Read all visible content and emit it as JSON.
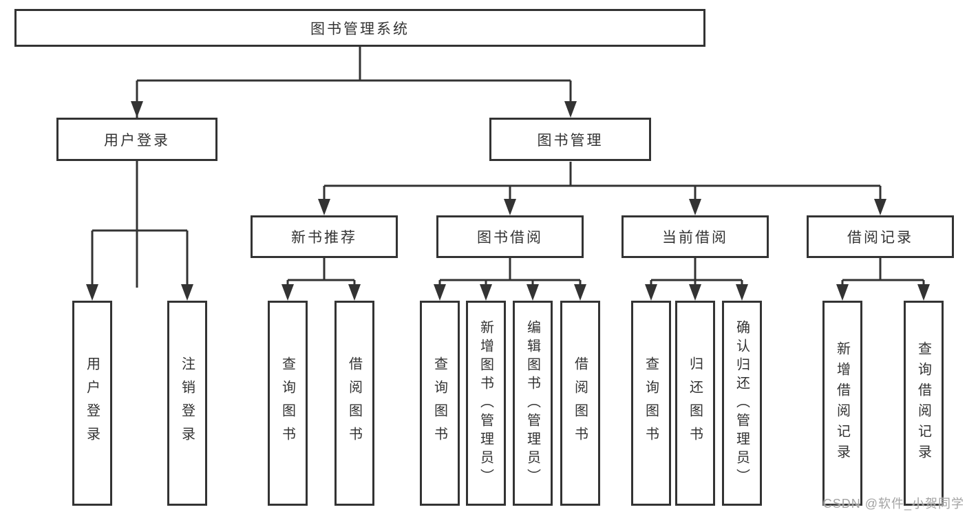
{
  "nodes": {
    "root": {
      "label": "图书管理系统"
    },
    "user_login": {
      "label": "用户登录"
    },
    "book_management": {
      "label": "图书管理"
    },
    "new_book_recommend": {
      "label": "新书推荐"
    },
    "book_borrow": {
      "label": "图书借阅"
    },
    "current_borrow": {
      "label": "当前借阅"
    },
    "borrow_records": {
      "label": "借阅记录"
    },
    "leaf_user_login": {
      "label": "用户登录"
    },
    "leaf_logout": {
      "label": "注销登录"
    },
    "leaf_query_books_1": {
      "label": "查询图书"
    },
    "leaf_borrow_books_1": {
      "label": "借阅图书"
    },
    "leaf_query_books_2": {
      "label": "查询图书"
    },
    "leaf_add_books": {
      "label": "新增图书（管理员）"
    },
    "leaf_edit_books": {
      "label": "编辑图书（管理员）"
    },
    "leaf_borrow_books_2": {
      "label": "借阅图书"
    },
    "leaf_query_books_3": {
      "label": "查询图书"
    },
    "leaf_return_books": {
      "label": "归还图书"
    },
    "leaf_confirm_return": {
      "label": "确认归还（管理员）"
    },
    "leaf_add_borrow_record": {
      "label": "新增借阅记录"
    },
    "leaf_query_borrow_record": {
      "label": "查询借阅记录"
    }
  },
  "watermark": {
    "text": "CSDN @软件_小贺同学"
  },
  "colors": {
    "line": "#333333",
    "box_border": "#333333",
    "text": "#333333",
    "box_background": "#ffffff",
    "watermark": "#9e9e9e"
  }
}
